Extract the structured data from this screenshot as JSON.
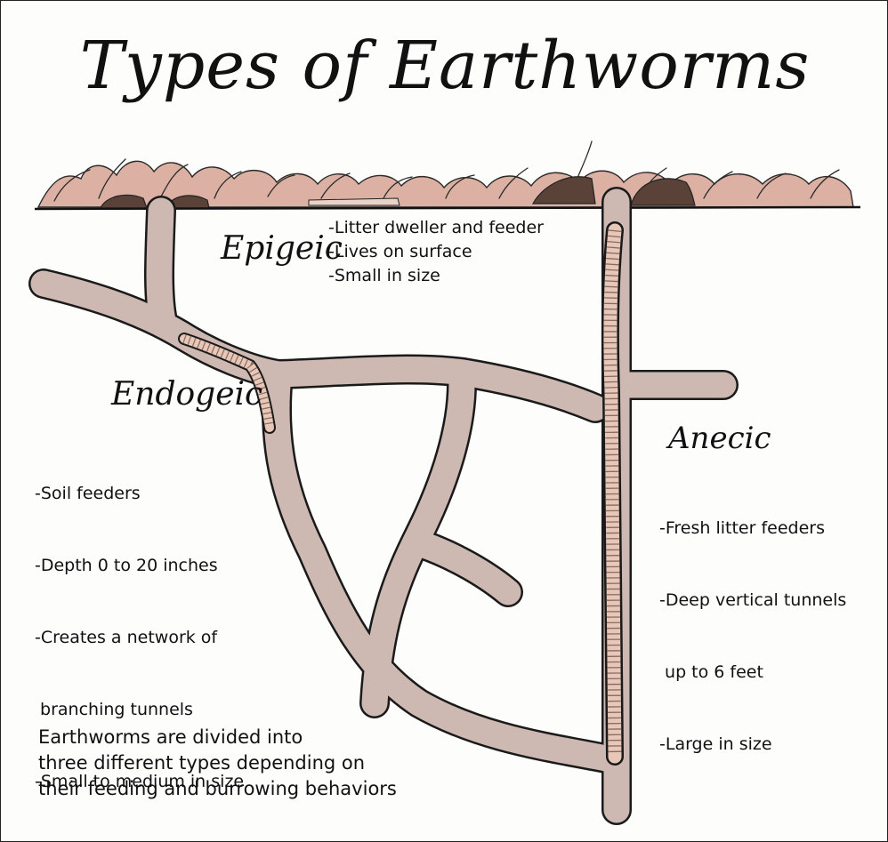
{
  "title": "Types of Earthworms",
  "types": {
    "epigeic": {
      "name": "Epigeic",
      "traits": [
        "-Litter dweller and feeder",
        "-Lives on surface",
        "-Small in size"
      ]
    },
    "endogeic": {
      "name": "Endogeic",
      "traits": [
        "-Soil feeders",
        "-Depth 0 to 20 inches",
        "-Creates a network of",
        " branching tunnels",
        "-Small to medium in size"
      ]
    },
    "anecic": {
      "name": "Anecic",
      "traits": [
        "-Fresh litter feeders",
        "-Deep vertical tunnels",
        " up to 6 feet",
        "-Large in size"
      ]
    }
  },
  "summary": [
    "Earthworms are divided into",
    "three different types depending on",
    "their feeding and burrowing behaviors"
  ],
  "colors": {
    "tunnel_fill": "#cdb9b2",
    "outline": "#1a1a1a",
    "litter": "#d9a99b",
    "casting": "#5a4238",
    "worm_body": "#e6c7b8"
  }
}
